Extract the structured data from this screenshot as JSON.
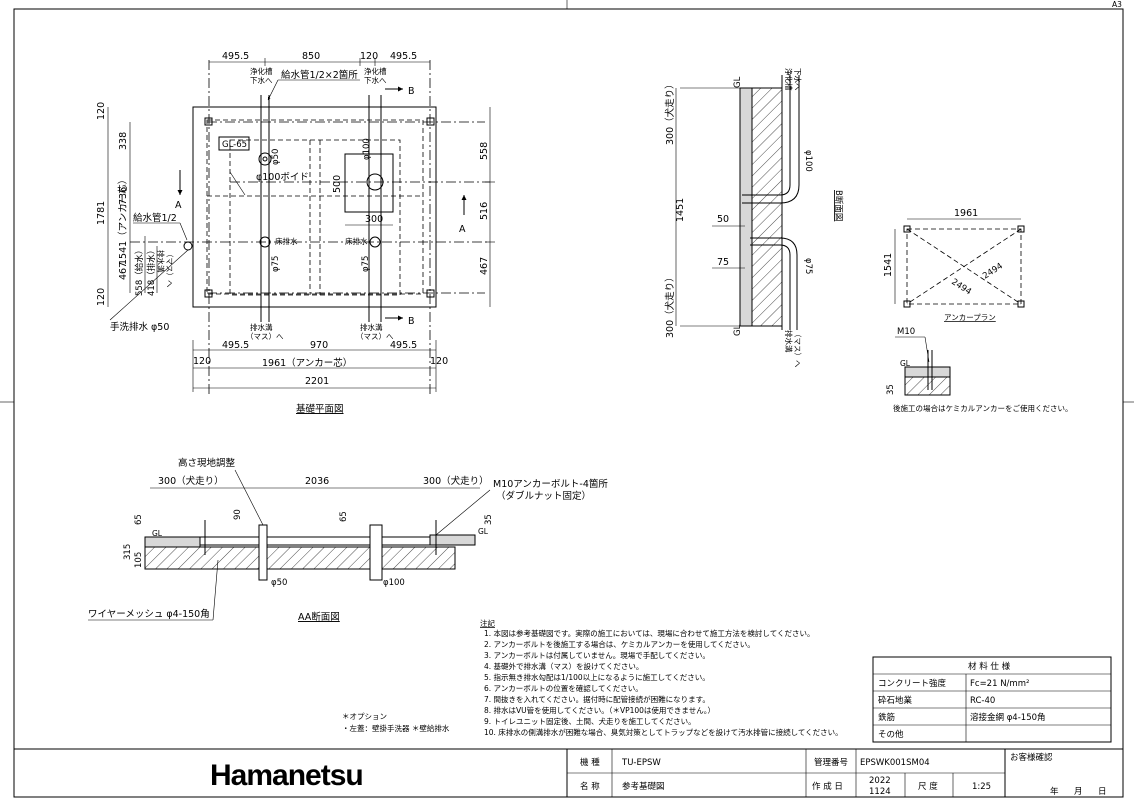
{
  "sheet": {
    "size_mark": "A3"
  },
  "plan_view": {
    "title": "基礎平面図",
    "top_dims": [
      "495.5",
      "850",
      "120",
      "495.5"
    ],
    "bottom_dims": [
      "120",
      "495.5",
      "970",
      "495.5",
      "120"
    ],
    "anchor_dim": "1961（アンカー芯）",
    "total_dim": "2201",
    "left_dims": [
      "1781",
      "1541（アンカー芯）",
      "120",
      "338",
      "736",
      "467",
      "120"
    ],
    "left_inner_dims": [
      "558（給水）",
      "418（排水）"
    ],
    "right_dims": [
      "558",
      "516",
      "467"
    ],
    "gl_label": "GL-65",
    "void_label": "φ100ボイド",
    "supply_label": "給水管1/2×2箇所",
    "supply_single": "給水管1/2",
    "septic_label": "浄化槽\n下水へ",
    "septic_label2": "浄化槽\n下水へ",
    "floor_drain": "床排水",
    "floor_drain2": "床排水",
    "drain_ditch": "排水溝\n（マス）へ",
    "drain_ditch2": "排水溝\n（マス）へ",
    "drain_box_left": "排水溝\n（マス）へ",
    "hand_wash": "手洗排水 φ50",
    "dim_500": "500",
    "dim_300": "300",
    "phi50": "φ50",
    "phi100": "φ100",
    "phi75a": "φ75",
    "phi75b": "φ75",
    "section_a": "A",
    "section_a2": "A",
    "section_b": "B",
    "section_b2": "B"
  },
  "b_section": {
    "title": "B断面図",
    "dims": [
      "300（犬走り）",
      "1451",
      "50",
      "75",
      "300（犬走り）"
    ],
    "gl": "GL",
    "gl2": "GL",
    "septic": "浄化槽\n下水へ",
    "ditch": "排水溝\n（マス）へ",
    "phi100": "φ100",
    "phi75": "φ75"
  },
  "anchor_plan": {
    "title": "アンカープラン",
    "width": "1961",
    "height": "1541",
    "diag1": "2494",
    "diag2": "2494"
  },
  "anchor_detail": {
    "bolt": "M10",
    "gl": "GL",
    "depth": "35",
    "note": "後施工の場合はケミカルアンカーをご使用ください。"
  },
  "aa_section": {
    "title": "AA断面図",
    "height_note": "高さ現地調整",
    "dims_top": [
      "300（犬走り）",
      "2036",
      "300（犬走り）"
    ],
    "bolt_note": "M10アンカーボルト-4箇所",
    "bolt_note2": "（ダブルナット固定）",
    "left_dims": [
      "65",
      "315",
      "105"
    ],
    "dim_90": "90",
    "dim_65": "65",
    "dim_35": "35",
    "gl": "GL",
    "gl2": "GL",
    "phi50": "φ50",
    "phi100": "φ100",
    "mesh": "ワイヤーメッシュ φ4-150角"
  },
  "notes": {
    "heading": "注記",
    "items": [
      "1. 本図は参考基礎図です。実際の施工においては、現場に合わせて施工方法を検討してください。",
      "2. アンカーボルトを後施工する場合は、ケミカルアンカーを使用してください。",
      "3. アンカーボルトは付属していません。現場で手配してください。",
      "4. 基礎外で排水溝（マス）を設けてください。",
      "5. 指示無き排水勾配は1/100以上になるように施工してください。",
      "6. アンカーボルトの位置を確認してください。",
      "7. 間抜きを入れてください。据付時に配管接続が困難になります。",
      "8. 排水はVU管を使用してください。（＊VP100は使用できません。）",
      "9. トイレユニット固定後、土間、犬走りを施工してください。",
      "10. 床排水の側溝排水が困難な場合、臭気対策としてトラップなどを設けて汚水排管に接続してください。"
    ],
    "option_heading": "＊オプション",
    "option_text": "・左蓋：壁掛手洗器 ＊壁給排水"
  },
  "materials": {
    "heading": "材 料 仕 様",
    "rows": [
      {
        "label": "コンクリート強度",
        "value": "Fc=21 N/mm²"
      },
      {
        "label": "砕石地業",
        "value": "RC-40"
      },
      {
        "label": "鉄筋",
        "value": "溶接金網 φ4-150角"
      },
      {
        "label": "その他",
        "value": ""
      }
    ]
  },
  "title_block": {
    "logo": "Hamanetsu",
    "model_label": "機 種",
    "model": "TU-EPSW",
    "name_label": "名 称",
    "name": "参考基礎図",
    "mgmt_label": "管理番号",
    "mgmt": "EPSWK001SM04",
    "date_label": "作 成 日",
    "date_year": "2022",
    "date_md": "1124",
    "scale_label": "尺 度",
    "scale": "1:25",
    "customer_label": "お客様確認",
    "year": "年",
    "month": "月",
    "day": "日"
  }
}
